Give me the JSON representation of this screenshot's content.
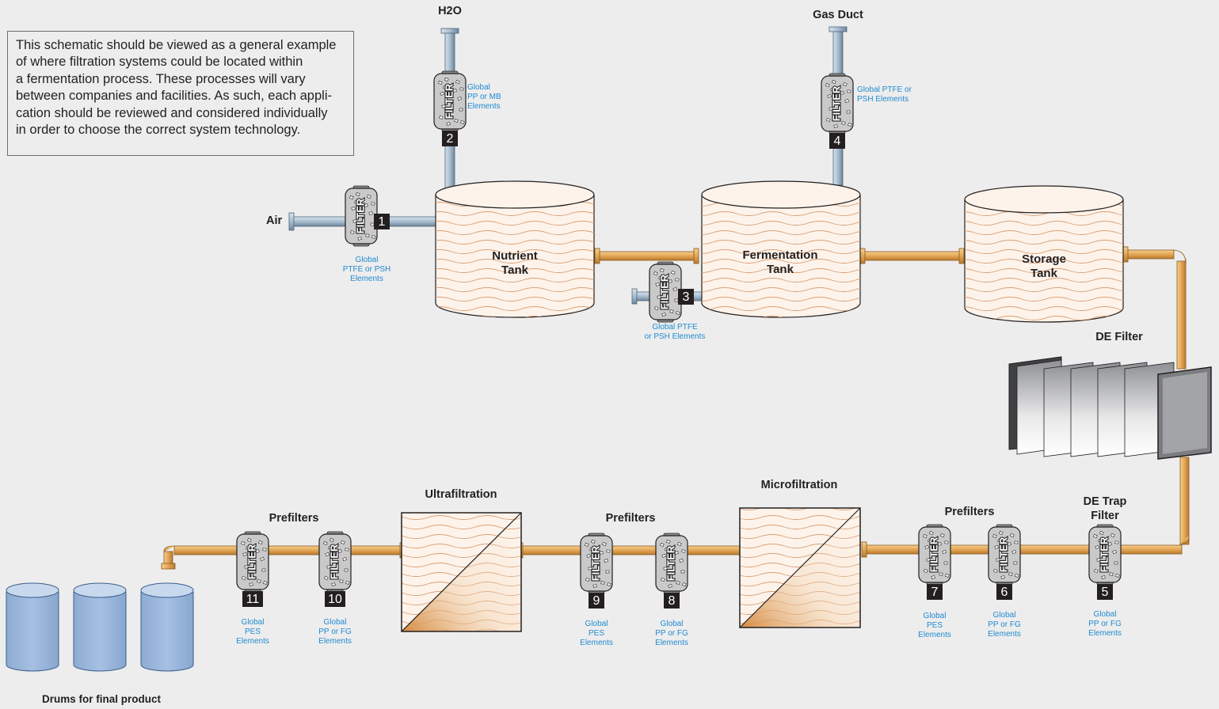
{
  "note": {
    "lines": [
      "This schematic should be viewed as a general example",
      "of where filtration systems could be located within",
      "a fermentation process. These processes will vary",
      "between companies and facilities. As such, each appli-",
      "cation should be reviewed and considered individually",
      "in order to choose the correct system technology."
    ]
  },
  "inputs": {
    "h2o": "H2O",
    "gas_duct": "Gas Duct",
    "air": "Air"
  },
  "tanks": {
    "nutrient": [
      "Nutrient",
      "Tank"
    ],
    "fermentation": [
      "Fermentation",
      "Tank"
    ],
    "storage": [
      "Storage",
      "Tank"
    ]
  },
  "stages": {
    "de_filter": "DE Filter",
    "de_trap": [
      "DE Trap",
      "Filter"
    ],
    "microfiltration": "Microfiltration",
    "ultrafiltration": "Ultrafiltration",
    "prefilters": "Prefilters",
    "drums": "Drums for final product"
  },
  "filter_text": "FILTER",
  "filters": [
    {
      "num": "1",
      "elements": [
        "Global",
        "PTFE or PSH",
        "Elements"
      ]
    },
    {
      "num": "2",
      "elements": [
        "Global",
        "PP or MB",
        "Elements"
      ]
    },
    {
      "num": "3",
      "elements": [
        "Global PTFE",
        "or PSH Elements"
      ]
    },
    {
      "num": "4",
      "elements": [
        "Global PTFE or",
        "PSH Elements"
      ]
    },
    {
      "num": "5",
      "elements": [
        "Global",
        "PP or FG",
        "Elements"
      ]
    },
    {
      "num": "6",
      "elements": [
        "Global",
        "PP or FG",
        "Elements"
      ]
    },
    {
      "num": "7",
      "elements": [
        "Global",
        "PES",
        "Elements"
      ]
    },
    {
      "num": "8",
      "elements": [
        "Global",
        "PP or FG",
        "Elements"
      ]
    },
    {
      "num": "9",
      "elements": [
        "Global",
        "PES",
        "Elements"
      ]
    },
    {
      "num": "10",
      "elements": [
        "Global",
        "PP or FG",
        "Elements"
      ]
    },
    {
      "num": "11",
      "elements": [
        "Global",
        "PES",
        "Elements"
      ]
    }
  ],
  "colors": {
    "process_pipe": "#e3a655",
    "input_pipe": "#a9bdd0",
    "filter_badge": "#231f20",
    "element_text": "#1f8ad1",
    "drum": "#9bb7da",
    "tank_fill": "#fdf3ea",
    "tank_wave": "#d9a077"
  }
}
